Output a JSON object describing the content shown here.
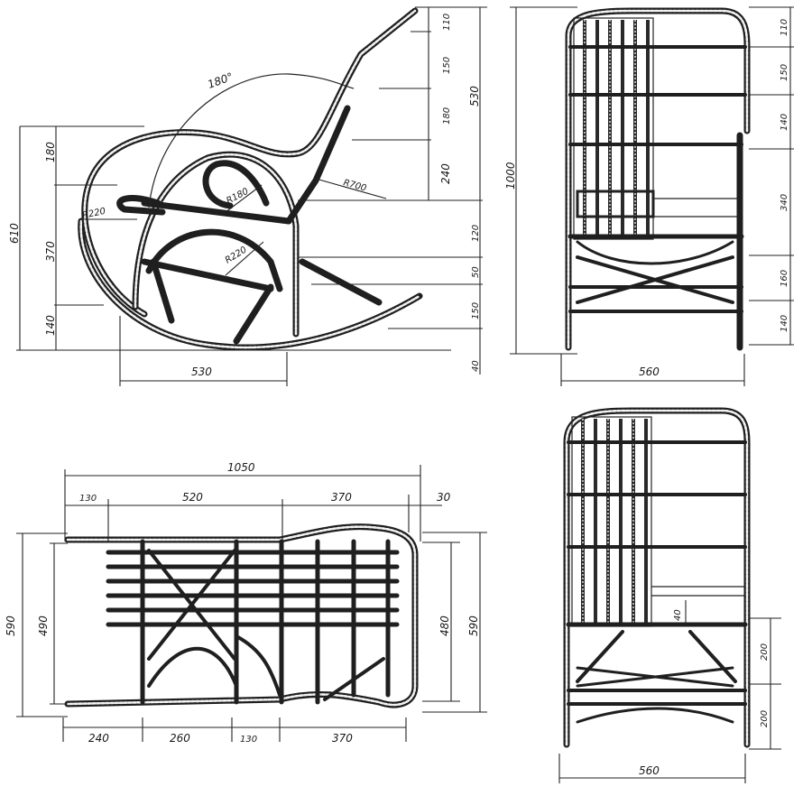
{
  "drawing": {
    "subject": "Wicker rocking chair – technical drawing",
    "views": [
      {
        "id": "side-view",
        "labels": {
          "angle": "180°",
          "radius_a": "R220",
          "radius_b": "R180",
          "radius_c": "R220",
          "radius_back": "R700",
          "left_total": "610",
          "left_top": "180",
          "left_mid": "370",
          "left_bottom": "140",
          "base_width": "530",
          "right_110": "110",
          "right_150": "150",
          "right_180": "180",
          "right_240": "240",
          "right_530": "530",
          "right_120": "120",
          "right_50": "50",
          "right_150b": "150",
          "right_40": "40"
        }
      },
      {
        "id": "front-view",
        "labels": {
          "overall_height": "1000",
          "width": "560",
          "r_110": "110",
          "r_150": "150",
          "r_140": "140",
          "r_340": "340",
          "r_160": "160",
          "r_140b": "140"
        }
      },
      {
        "id": "plan-view",
        "labels": {
          "overall_length": "1050",
          "top_130": "130",
          "top_520": "520",
          "top_370": "370",
          "top_30": "30",
          "left_590": "590",
          "left_490": "490",
          "right_480": "480",
          "right_590": "590",
          "bottom_240": "240",
          "bottom_260": "260",
          "bottom_130": "130",
          "bottom_370": "370"
        }
      },
      {
        "id": "back-view",
        "labels": {
          "small_gap": "40",
          "r_200a": "200",
          "r_200b": "200",
          "width": "560"
        }
      }
    ]
  },
  "colors": {
    "ink": "#1f1f1f",
    "paper": "#ffffff"
  }
}
